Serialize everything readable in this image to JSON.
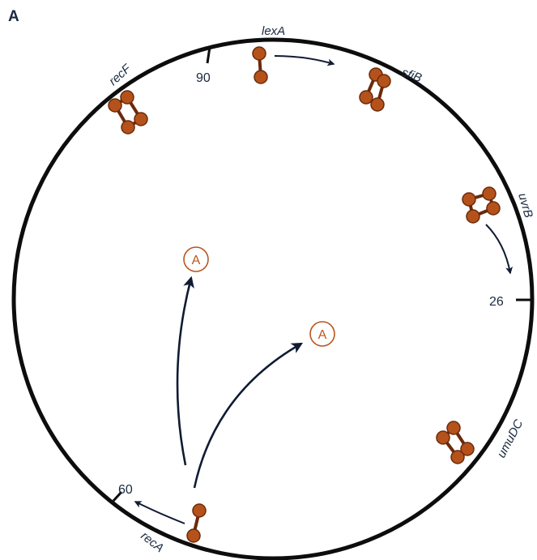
{
  "panel_label": "A",
  "genes": {
    "lexA": "lexA",
    "sfiB": "sfiB",
    "recF": "recF",
    "uvrB": "uvrB",
    "umuDC": "umuDC",
    "recA": "recA"
  },
  "positions": {
    "p90": "90",
    "p26": "26",
    "p60": "60"
  },
  "protein_labels": {
    "a1": "A",
    "a2": "A"
  },
  "colors": {
    "circle": "#0d0d0d",
    "arrow": "#111b33",
    "protein_fill": "#b5521b",
    "protein_stroke": "#6b2a0a",
    "protein_label": "#b8561f",
    "text": "#1a2a40"
  }
}
